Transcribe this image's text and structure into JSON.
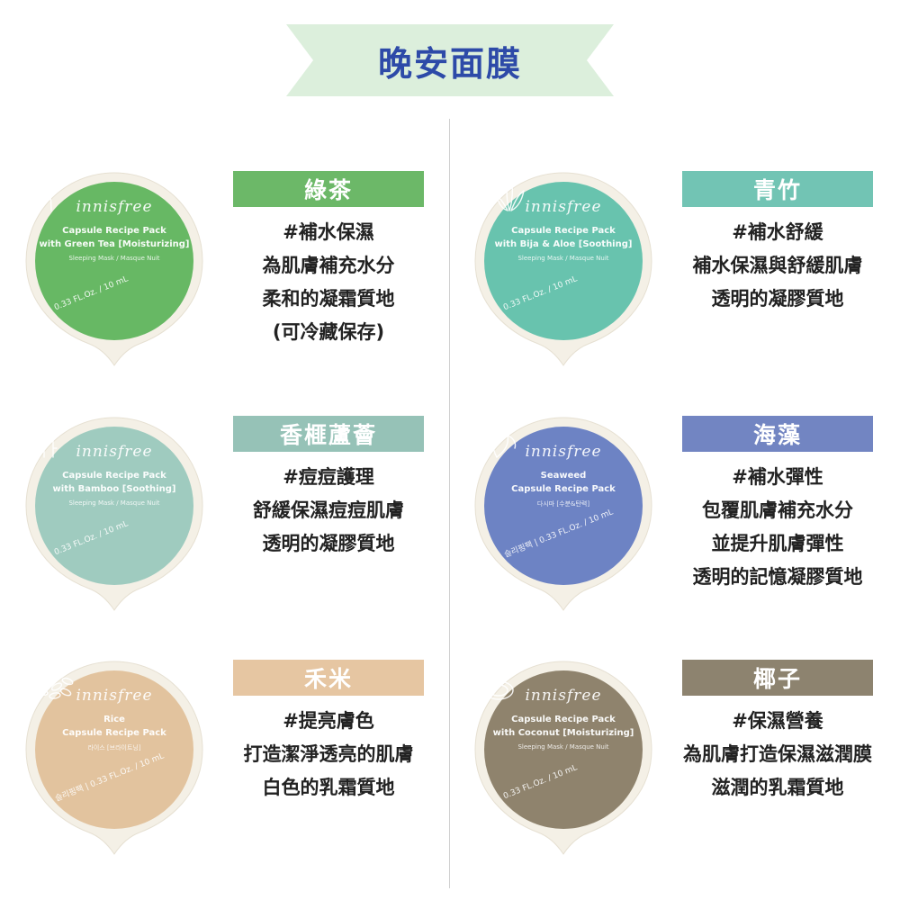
{
  "title": "晚安面膜",
  "colors": {
    "title_ribbon": "#dcefdc",
    "title_text": "#2d4aa8",
    "cap_rim": "#f4f0e6"
  },
  "products": [
    {
      "id": "green-tea",
      "name": "綠茶",
      "color": "#67b864",
      "label_color": "#6cb868",
      "cap": {
        "brand": "innisfree",
        "line1": "Capsule Recipe Pack",
        "line2": "with Green Tea [Moisturizing]",
        "line3": "Sleeping Mask / Masque Nuit",
        "volume": "0.33 FL.Oz. / 10 mL",
        "motif": "tea-leaf-icon"
      },
      "desc": [
        "#補水保濕",
        "為肌膚補充水分",
        "柔和的凝霜質地",
        "(可冷藏保存)"
      ]
    },
    {
      "id": "bija-aloe",
      "name": "青竹",
      "color": "#68c3ae",
      "label_color": "#72c4b4",
      "cap": {
        "brand": "innisfree",
        "line1": "Capsule Recipe Pack",
        "line2": "with Bija & Aloe [Soothing]",
        "line3": "Sleeping Mask / Masque Nuit",
        "volume": "0.33 FL.Oz. / 10 mL",
        "motif": "bija-aloe-leaf-icon"
      },
      "desc": [
        "#補水舒緩",
        "補水保濕與舒緩肌膚",
        "透明的凝膠質地"
      ]
    },
    {
      "id": "bamboo",
      "name": "香榧蘆薈",
      "color": "#9fcbbf",
      "label_color": "#96c2b7",
      "cap": {
        "brand": "innisfree",
        "line1": "Capsule Recipe Pack",
        "line2": "with Bamboo [Soothing]",
        "line3": "Sleeping Mask / Masque Nuit",
        "volume": "0.33 FL.Oz. / 10 mL",
        "motif": "bamboo-icon"
      },
      "desc": [
        "#痘痘護理",
        "舒緩保濕痘痘肌膚",
        "透明的凝膠質地"
      ]
    },
    {
      "id": "seaweed",
      "name": "海藻",
      "color": "#6d83c4",
      "label_color": "#7285c2",
      "cap": {
        "brand": "innisfree",
        "line1": "Seaweed",
        "line2": "Capsule Recipe Pack",
        "line3": "다시마 [수분&탄력]",
        "volume": "슬리핑팩 | 0.33 FL.Oz. / 10 mL",
        "motif": "seaweed-icon"
      },
      "desc": [
        "#補水彈性",
        "包覆肌膚補充水分",
        "並提升肌膚彈性",
        "透明的記憶凝膠質地"
      ]
    },
    {
      "id": "rice",
      "name": "禾米",
      "color": "#e2c39e",
      "label_color": "#e6c6a2",
      "cap": {
        "brand": "innisfree",
        "line1": "Rice",
        "line2": "Capsule Recipe Pack",
        "line3": "라이스 [브라이트닝]",
        "volume": "슬리핑팩 | 0.33 FL.Oz. / 10 mL",
        "motif": "rice-grain-icon"
      },
      "desc": [
        "#提亮膚色",
        "打造潔淨透亮的肌膚",
        "白色的乳霜質地"
      ]
    },
    {
      "id": "coconut",
      "name": "椰子",
      "color": "#8f836d",
      "label_color": "#8d836f",
      "cap": {
        "brand": "innisfree",
        "line1": "Capsule Recipe Pack",
        "line2": "with Coconut [Moisturizing]",
        "line3": "Sleeping Mask / Masque Nuit",
        "volume": "0.33 FL.Oz. / 10 mL",
        "motif": "coconut-icon"
      },
      "desc": [
        "#保濕營養",
        "為肌膚打造保濕滋潤膜",
        "滋潤的乳霜質地"
      ]
    }
  ]
}
